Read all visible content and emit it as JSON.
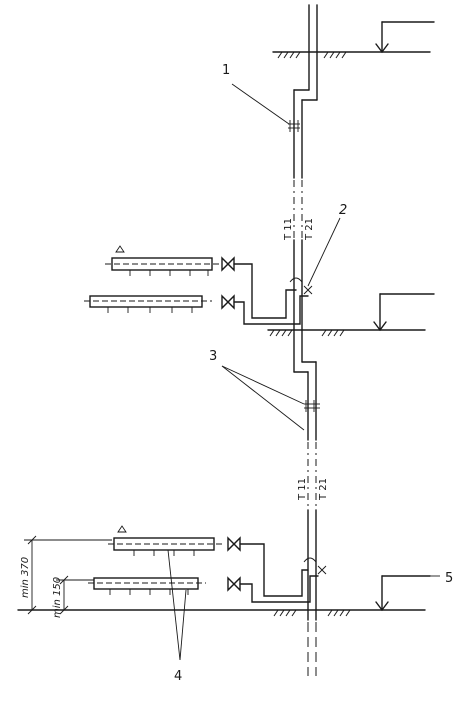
{
  "callouts": [
    "1",
    "2",
    "3",
    "4",
    "5"
  ],
  "pipe_labels": {
    "return": "T 11",
    "supply": "T 21"
  },
  "dimensions": {
    "upper_height": "min 370",
    "lower_height": "min 150"
  }
}
